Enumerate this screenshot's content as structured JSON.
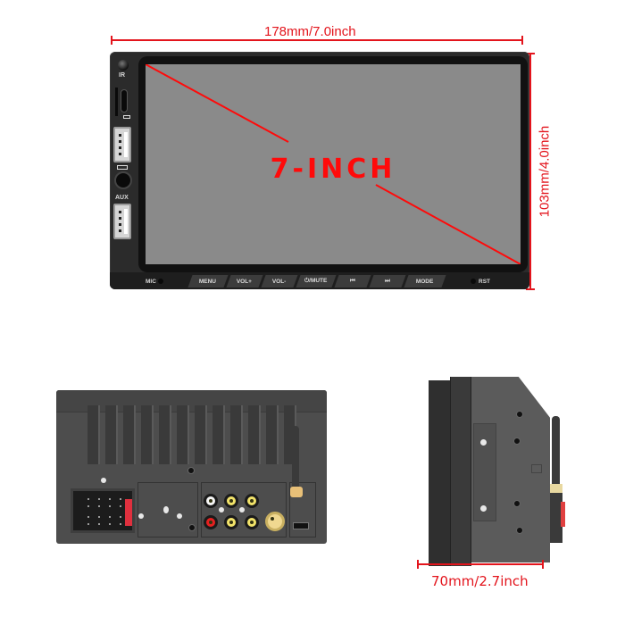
{
  "dimensions": {
    "width": "178mm/7.0inch",
    "height": "103mm/4.0inch",
    "depth": "70mm/2.7inch"
  },
  "front_view": {
    "screen_label": "7-INCH",
    "left_panel": {
      "ir_label": "IR",
      "aux_label": "AUX",
      "ports": [
        "ir-sensor",
        "tf-card-slot",
        "usb-type-c",
        "usb-a-port-1",
        "aux-jack",
        "usb-a-port-2"
      ]
    },
    "bottom_bar": {
      "mic_label": "MIC",
      "rst_label": "RST",
      "buttons": [
        {
          "label": "MENU"
        },
        {
          "label": "VOL+"
        },
        {
          "label": "VOL-"
        },
        {
          "label": "⏻/MUTE"
        },
        {
          "label": "⏮"
        },
        {
          "label": "⏭"
        },
        {
          "label": "MODE"
        }
      ]
    }
  },
  "rear_view": {
    "connectors": [
      "iso-harness-connector",
      "fuse",
      "rca-audio-outputs",
      "rca-video-in-out",
      "camera-input",
      "gps-antenna",
      "usb-port"
    ]
  },
  "side_view": {},
  "colors": {
    "dimension_red": "#e3141c",
    "body_dark": "#2b2b2b",
    "screen_gray": "#8a8a8a",
    "rear_gray": "#4d4d4d"
  }
}
